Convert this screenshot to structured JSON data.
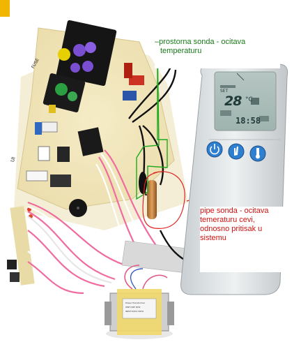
{
  "annotations": {
    "top_label": {
      "line1": "–prostorna sonda - ocitava",
      "line2": "temperaturu"
    },
    "bottom_label": {
      "line1": "pipe sonda - ocitava",
      "line2": "temeraturu cevi,",
      "line3": "odnosno  pritisak u",
      "line4": "sistemu"
    },
    "colors": {
      "top_label": "#1a7a1a",
      "bottom_label": "#d41111",
      "circle": "#e02020",
      "green_outline": "#1faa1f"
    }
  },
  "remote": {
    "set_label": "SET",
    "temperature": "28",
    "unit": "°C",
    "time": "18:58"
  },
  "board": {
    "silk_ui": "UI",
    "silk_fuse": "FUSE"
  },
  "transformer": {
    "line1": "Power Transformer",
    "line2": "WNT-30E 30W",
    "line3": "INPUT:220V 50Hz"
  }
}
